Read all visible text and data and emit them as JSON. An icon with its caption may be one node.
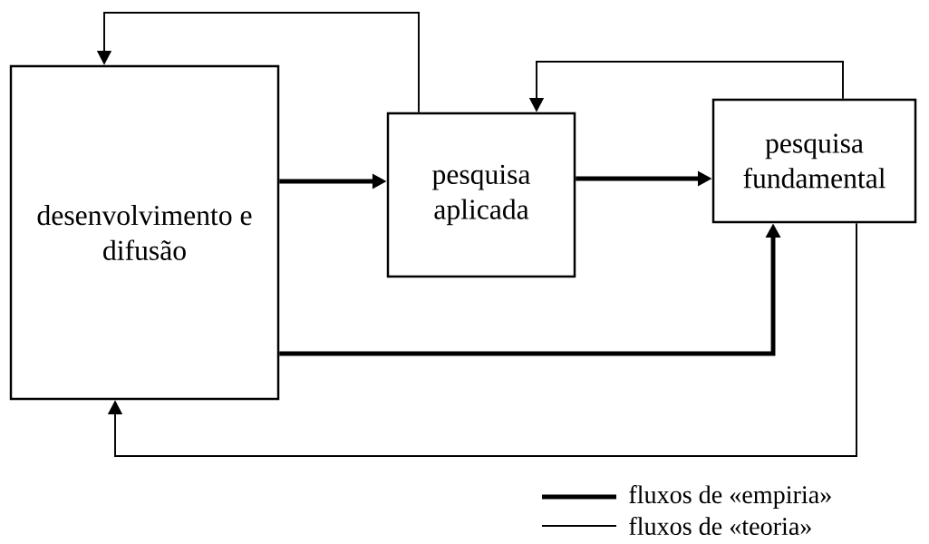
{
  "diagram": {
    "nodes": [
      {
        "text": [
          "desenvolvimento e difusão"
        ]
      },
      {
        "text": [
          "pesquisa aplicada"
        ]
      },
      {
        "text": [
          "pesquisa fundamental"
        ]
      }
    ],
    "edges": [
      {
        "from": 0,
        "to": 1,
        "arrow": "to",
        "style": "thick"
      },
      {
        "from": 1,
        "to": 2,
        "arrow": "to",
        "style": "thick"
      },
      {
        "from": 0,
        "to": 2,
        "arrow": "to",
        "style": "thick"
      },
      {
        "from": 1,
        "to": 0,
        "arrow": "to"
      },
      {
        "from": 2,
        "to": 1,
        "arrow": "to"
      },
      {
        "from": 2,
        "to": 0,
        "arrow": "to"
      }
    ],
    "legend": [
      {
        "text": "fluxos de «empiria»"
      },
      {
        "text": "fluxos de «teoria»"
      }
    ]
  }
}
